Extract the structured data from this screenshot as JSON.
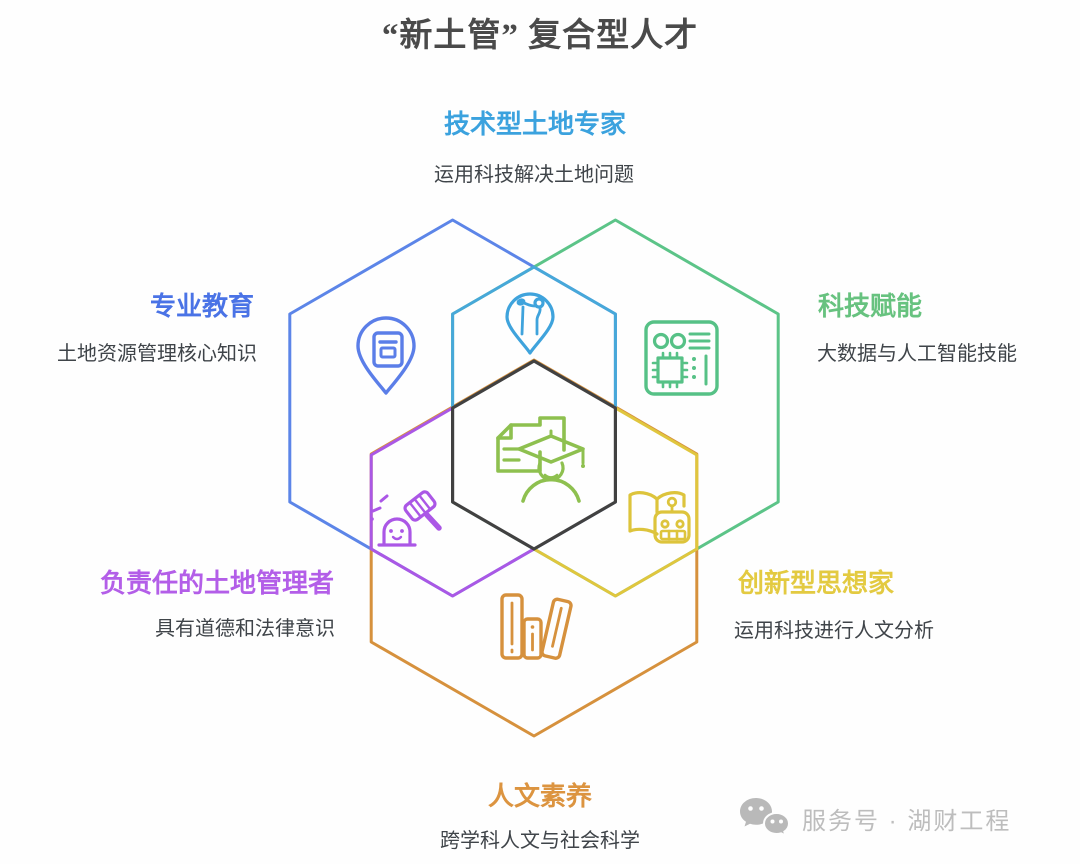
{
  "title": "“新土管” 复合型人才",
  "sections": {
    "top": {
      "label": "技术型土地专家",
      "desc": "运用科技解决土地问题",
      "color": "#3ba2de",
      "icon": "surveyor-pin-icon"
    },
    "left": {
      "label": "专业教育",
      "desc": "土地资源管理核心知识",
      "color": "#4a73e6",
      "icon": "book-pin-icon"
    },
    "right": {
      "label": "科技赋能",
      "desc": "大数据与人工智能技能",
      "color": "#67c27f",
      "icon": "circuit-board-icon"
    },
    "bottom_left": {
      "label": "负责任的土地管理者",
      "desc": "具有道德和法律意识",
      "color": "#b35ee8",
      "icon": "gavel-character-icon"
    },
    "bottom_right": {
      "label": "创新型思想家",
      "desc": "运用科技进行人文分析",
      "color": "#e3ca41",
      "icon": "book-robot-icon"
    },
    "bottom": {
      "label": "人文素养",
      "desc": "跨学科人文与社会科学",
      "color": "#dc9440",
      "icon": "bookshelf-icon"
    }
  },
  "center": {
    "icon": "graduate-document-icon",
    "icon_color": "#8ec04f",
    "hexagon_color": "#414141"
  },
  "hexagon_colors": {
    "blue": "#5c85e8",
    "teal": "#47a8d9",
    "green": "#5cc488",
    "purple": "#aa58e5",
    "yellow": "#e0c63e",
    "orange": "#d6913d",
    "dark": "#414141"
  },
  "watermark": {
    "label": "服务号 · 湖财工程",
    "color": "#bdbdbd",
    "icon": "wechat-icon"
  }
}
